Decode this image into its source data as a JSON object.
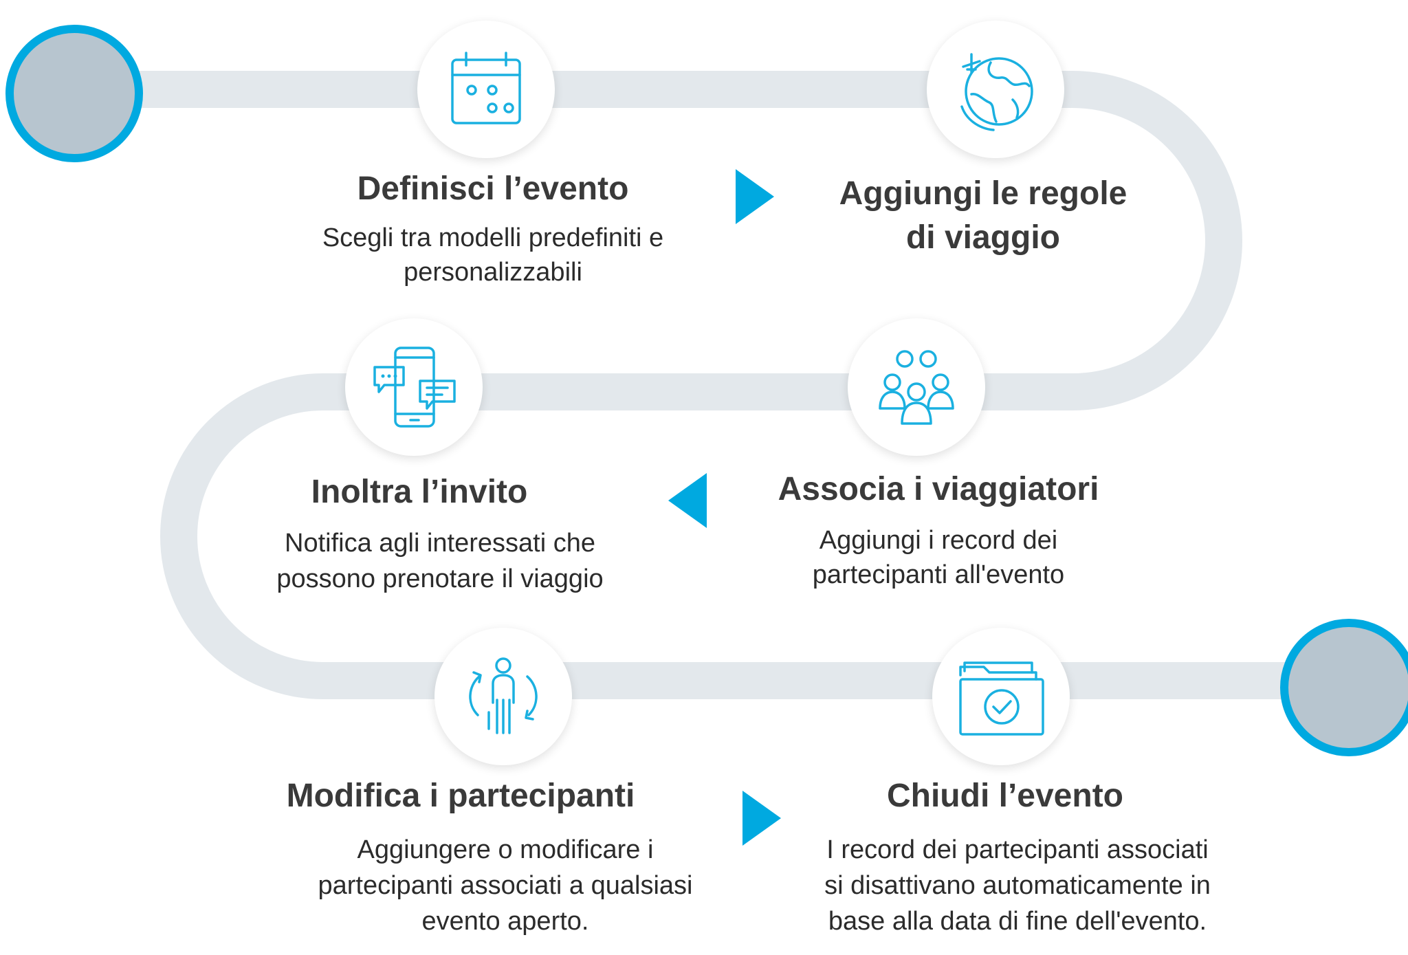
{
  "colors": {
    "accent": "#00a9e0",
    "track": "#e3e8ec",
    "endpoint_fill": "#b7c5cf",
    "text": "#3a3a3a"
  },
  "steps": [
    {
      "icon": "calendar-icon",
      "title": "Definisci l’evento",
      "desc": [
        "Scegli tra modelli predefiniti e",
        "personalizzabili"
      ]
    },
    {
      "icon": "globe-plane-icon",
      "title": [
        "Aggiungi le regole",
        "di viaggio"
      ],
      "desc": []
    },
    {
      "icon": "group-people-icon",
      "title": "Associa i viaggiatori",
      "desc": [
        "Aggiungi i record dei",
        "partecipanti all'evento"
      ]
    },
    {
      "icon": "phone-chat-icon",
      "title": "Inoltra l’invito",
      "desc": [
        "Notifica agli interessati che",
        "possono prenotare il viaggio"
      ]
    },
    {
      "icon": "person-refresh-icon",
      "title": "Modifica i partecipanti",
      "desc": [
        "Aggiungere o modificare i",
        "partecipanti associati a qualsiasi",
        "evento aperto."
      ]
    },
    {
      "icon": "folder-check-icon",
      "title": "Chiudi l’evento",
      "desc": [
        "I record dei partecipanti associati",
        "si disattivano automaticamente in",
        "base alla data di fine dell'evento."
      ]
    }
  ]
}
